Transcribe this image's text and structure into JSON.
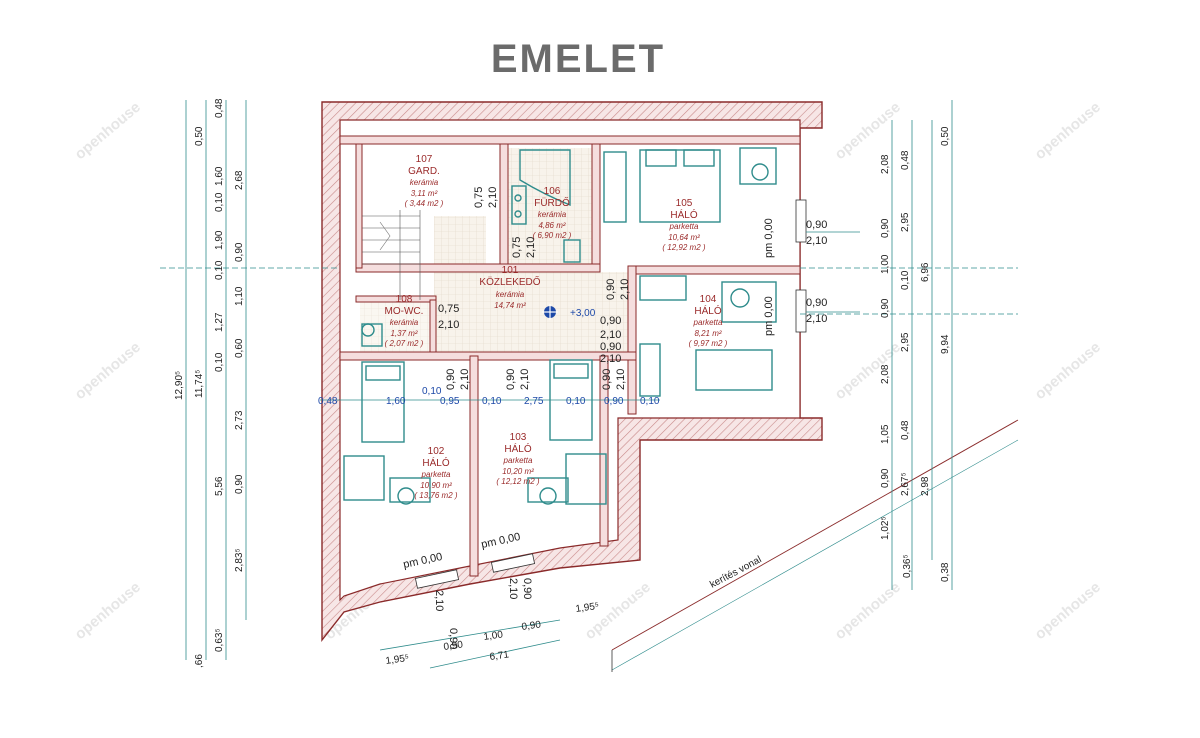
{
  "title": "EMELET",
  "watermark": "openhouse",
  "rooms": [
    {
      "number": "107",
      "name": "GARD.",
      "floor": "kerámia",
      "area": "3,11 m²",
      "gross": "( 3,44 m2 )"
    },
    {
      "number": "106",
      "name": "FÜRDŐ",
      "floor": "kerámia",
      "area": "4,86 m²",
      "gross": "( 6,90 m2 )"
    },
    {
      "number": "105",
      "name": "HÁLÓ",
      "floor": "parketta",
      "area": "10,64 m²",
      "gross": "( 12,92 m2 )"
    },
    {
      "number": "101",
      "name": "KÖZLEKEDŐ",
      "floor": "kerámia",
      "area": "14,74 m²",
      "gross": ""
    },
    {
      "number": "108",
      "name": "MO-WC.",
      "floor": "kerámia",
      "area": "1,37 m²",
      "gross": "( 2,07 m2 )"
    },
    {
      "number": "104",
      "name": "HÁLÓ",
      "floor": "parketta",
      "area": "8,21 m²",
      "gross": "( 9,97 m2 )"
    },
    {
      "number": "102",
      "name": "HÁLÓ",
      "floor": "parketta",
      "area": "10,90 m²",
      "gross": "( 13,76 m2 )"
    },
    {
      "number": "103",
      "name": "HÁLÓ",
      "floor": "parketta",
      "area": "10,20 m²",
      "gross": "( 12,12 m2 )"
    }
  ],
  "level_mark": "+3,00",
  "fence_label": "kerítés vonal",
  "window_marks": [
    "pm 0,00",
    "pm 0,00",
    "pm 0,00",
    "pm 0,00"
  ],
  "door_dims": [
    "0,75",
    "2,10",
    "0,75",
    "2,10",
    "0,90",
    "2,10",
    "0,90",
    "2,10",
    "0,75",
    "2,10",
    "0,90",
    "2,10",
    "0,90",
    "2,10",
    "0,90",
    "2,10",
    "0,90",
    "2,10"
  ],
  "window_dims_right": [
    "0,90",
    "2,10",
    "0,90",
    "2,10"
  ],
  "window_dims_bottom": [
    "0,90",
    "2,10",
    "0,90",
    "2,10"
  ],
  "inner_dims": [
    "0,48",
    "1,60",
    "0,10",
    "0,95",
    "0,10",
    "2,75",
    "0,10",
    "0,90",
    "0,10"
  ],
  "left_dims_outer": [
    "12,90⁵"
  ],
  "left_dims_mid": [
    "11,74⁵"
  ],
  "left_dims_inner": [
    "0,50",
    "1,60",
    "0,10",
    "1,90",
    "0,10",
    "1,27",
    "0,10",
    "5,56",
    "0,63⁵",
    ",66"
  ],
  "left_dims_inner2": [
    "0,48",
    "2,68",
    "0,90",
    "1,10",
    "0,60",
    "2,73",
    "0,90",
    "2,83⁵"
  ],
  "right_dims_1": [
    "2,08",
    "0,90",
    "1,00",
    "0,90",
    "2,95",
    "2,08",
    "1,05",
    "0,90",
    "1,02⁵",
    "0,36⁵"
  ],
  "right_dims_2": [
    "0,48",
    "2,95",
    "0,10",
    "0,48",
    "2,67⁵"
  ],
  "right_dims_3": [
    "6,96",
    "9,94",
    "2,98",
    "0,38"
  ],
  "right_dims_4": [
    "0,50"
  ],
  "bottom_dims": [
    "1,95⁵",
    "0,90",
    "1,00",
    "0,90",
    "1,95⁵",
    "6,71"
  ]
}
